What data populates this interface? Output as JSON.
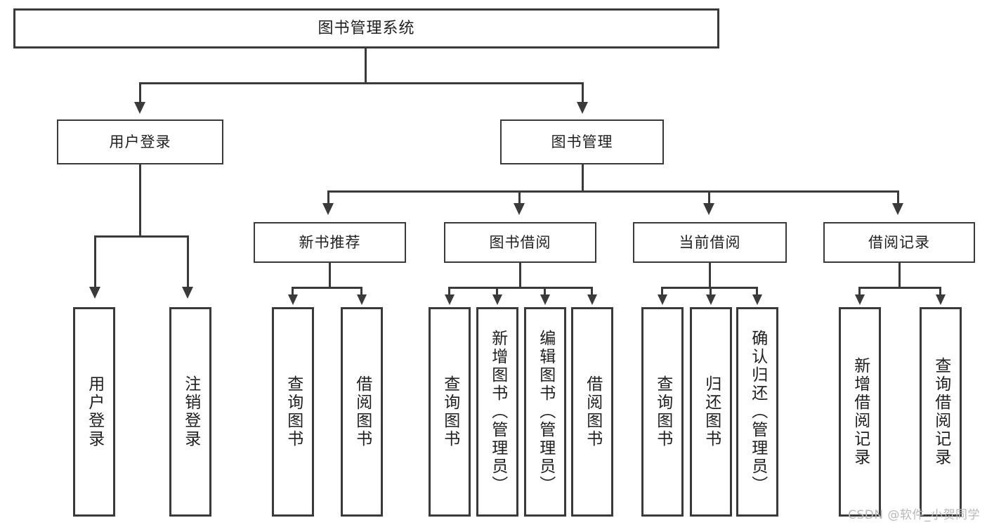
{
  "diagram": {
    "title": "图书管理系统",
    "watermark": "CSDN @软件_小贺同学",
    "line_color": "#3a3a3a",
    "box_fill": "#ffffff",
    "text_color": "#1f1f1f",
    "watermark_color": "#b8b8b8"
  },
  "root": {
    "label": "图书管理系统"
  },
  "level2": [
    {
      "label": "用户登录"
    },
    {
      "label": "图书管理"
    }
  ],
  "level3": [
    {
      "label": "新书推荐"
    },
    {
      "label": "图书借阅"
    },
    {
      "label": "当前借阅"
    },
    {
      "label": "借阅记录"
    }
  ],
  "leaves": {
    "user_login": [
      {
        "label": "用户登录"
      },
      {
        "label": "注销登录"
      }
    ],
    "new_book": [
      {
        "label": "查询图书"
      },
      {
        "label": "借阅图书"
      }
    ],
    "book_borrow": [
      {
        "label": "查询图书"
      },
      {
        "label": "新增图书（管理员）"
      },
      {
        "label": "编辑图书（管理员）"
      },
      {
        "label": "借阅图书"
      }
    ],
    "current_borrow": [
      {
        "label": "查询图书"
      },
      {
        "label": "归还图书"
      },
      {
        "label": "确认归还（管理员）"
      }
    ],
    "borrow_record": [
      {
        "label": "新增借阅记录"
      },
      {
        "label": "查询借阅记录"
      }
    ]
  }
}
